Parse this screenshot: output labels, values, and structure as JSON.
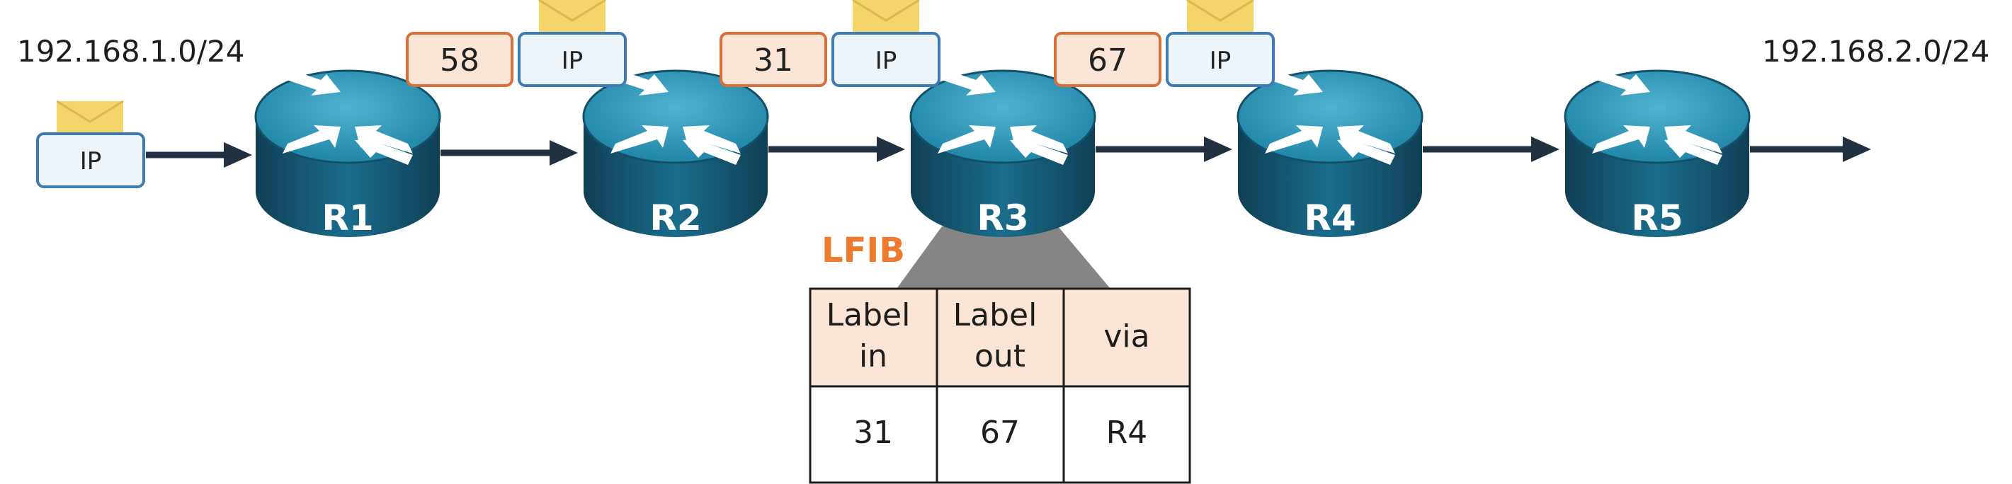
{
  "networks": {
    "source": "192.168.1.0/24",
    "destination": "192.168.2.0/24"
  },
  "routers": [
    {
      "name": "R1"
    },
    {
      "name": "R2"
    },
    {
      "name": "R3"
    },
    {
      "name": "R4"
    },
    {
      "name": "R5"
    }
  ],
  "packets": [
    {
      "label": null,
      "payload": "IP"
    },
    {
      "label": "58",
      "payload": "IP"
    },
    {
      "label": "31",
      "payload": "IP"
    },
    {
      "label": "67",
      "payload": "IP"
    }
  ],
  "lfib": {
    "title": "LFIB",
    "headers": [
      [
        "Label",
        "in"
      ],
      [
        "Label",
        "out"
      ],
      [
        "via"
      ]
    ],
    "rows": [
      [
        "31",
        "67",
        "R4"
      ]
    ]
  },
  "colors": {
    "label_fill": "#fae5d6",
    "label_stroke": "#d8703a",
    "ip_fill": "#eef5fa",
    "ip_stroke": "#3d7bb5",
    "envelope": "#f3d56a",
    "arrow": "#22313f",
    "router_top": "#1e86a8",
    "router_side": "#13506a",
    "lfib_accent": "#ee7a2d",
    "table_header_fill": "#fae5d6",
    "callout": "#858585"
  }
}
